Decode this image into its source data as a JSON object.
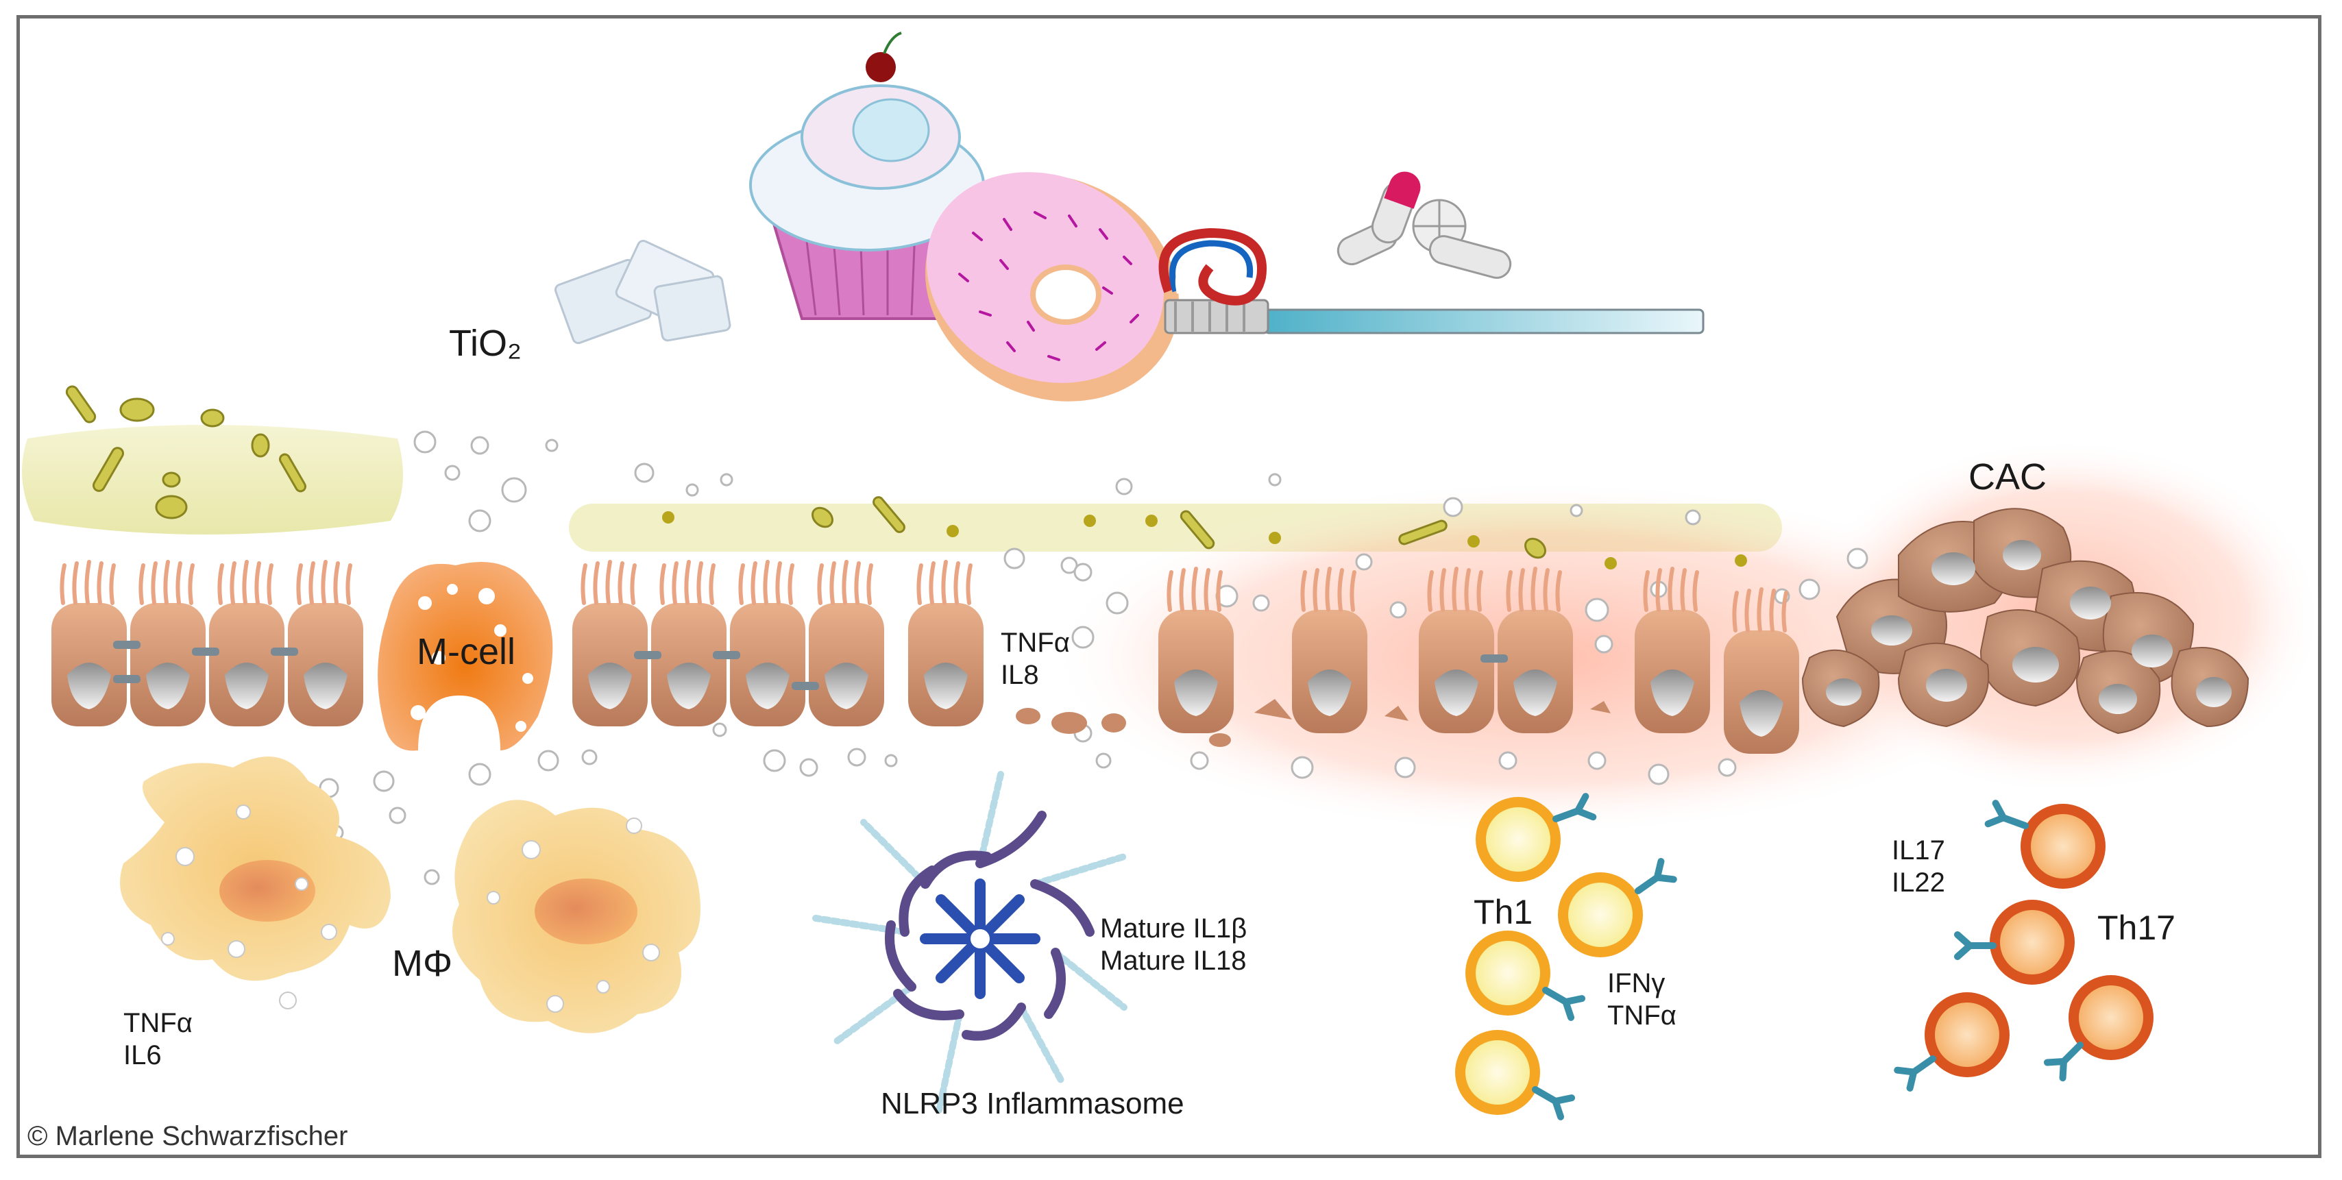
{
  "labels": {
    "tio2": "TiO₂",
    "cac": "CAC",
    "m_cell": "M-cell",
    "epithelium_cytokines": [
      "TNFα",
      "IL8"
    ],
    "macrophage": "MΦ",
    "macrophage_cytokines": [
      "TNFα",
      "IL6"
    ],
    "inflammasome_cytokines": [
      "Mature IL1β",
      "Mature IL18"
    ],
    "inflammasome": "NLRP3 Inflammasome",
    "th1": "Th1",
    "th1_cytokines": [
      "IFNγ",
      "TNFα"
    ],
    "th17": "Th17",
    "th17_cytokines": [
      "IL17",
      "IL22"
    ],
    "copyright": "©  Marlene Schwarzfischer"
  },
  "colors": {
    "border": "#6d6d6d",
    "epithelium": "#c88a68",
    "m_cell": "#f08a2c",
    "macrophage": "#f2c77d",
    "mucus": "#e8e6a8",
    "th1_ring": "#f5a623",
    "th17_ring": "#d9541e",
    "receptor": "#3a8fa8",
    "inflammation_glow": "#ff8a6a",
    "inflammasome_core": "#2b4fb0"
  },
  "icons": [
    "sugar-cubes-icon",
    "cupcake-icon",
    "donut-icon",
    "toothbrush-icon",
    "pills-icon",
    "bacteria-icon",
    "nanoparticle-icon"
  ]
}
